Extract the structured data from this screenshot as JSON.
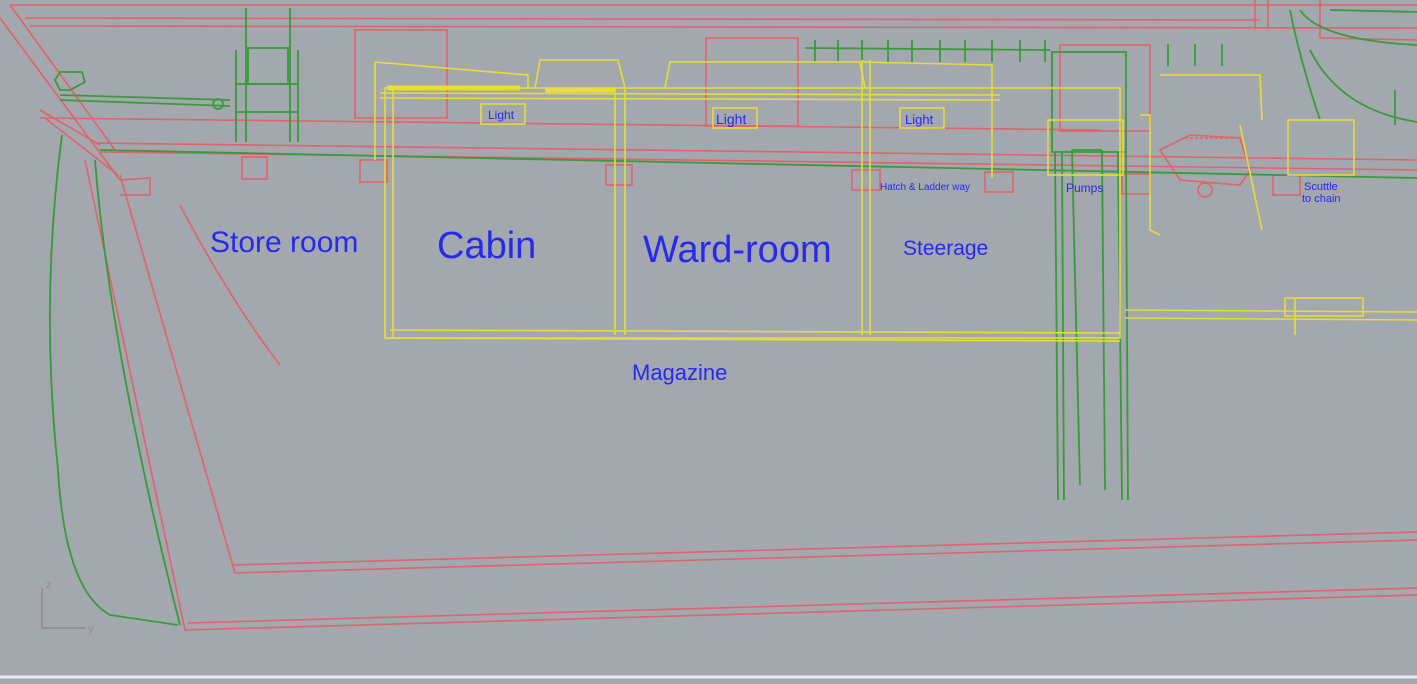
{
  "viewport": {
    "background": "#a3a8ae",
    "colors": {
      "hull_lines": "#e0626a",
      "rigging_lines": "#3a9a3a",
      "cabin_lines": "#e6dc3a",
      "labels": "#2828f0",
      "axis": "#888c90"
    }
  },
  "labels": {
    "store_room": "Store room",
    "cabin": "Cabin",
    "ward_room": "Ward-room",
    "steerage": "Steerage",
    "magazine": "Magazine",
    "light_1": "Light",
    "light_2": "Light",
    "light_3": "Light",
    "hatch_ladder": "Hatch & Ladder way",
    "pumps": "Pumps",
    "scuttle_line1": "Scuttle",
    "scuttle_line2": "to chain"
  },
  "axis_gizmo": {
    "z_label": "z",
    "y_label": "y"
  }
}
